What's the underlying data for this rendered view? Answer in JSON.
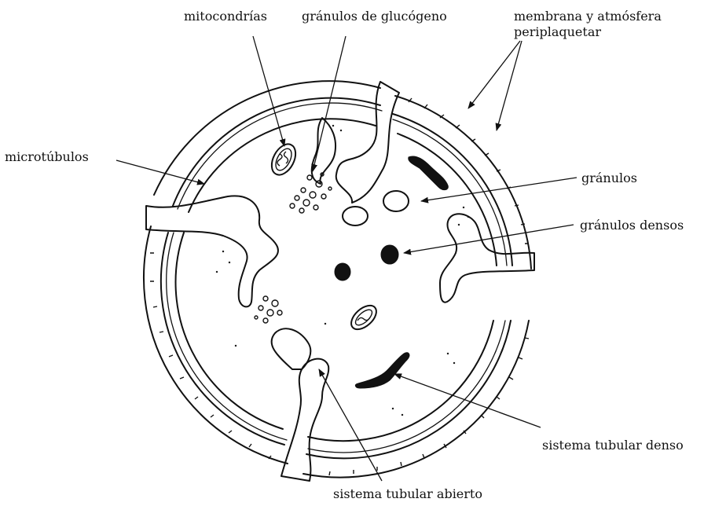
{
  "labels": {
    "mitocondrias": "mitocondrías",
    "glucogeno": "gránulos de glucógeno",
    "membrana_line1": "membrana y atmósfera",
    "membrana_line2": "periplaquetar",
    "microtubulos": "microtúbulos",
    "granulos": "gránulos",
    "densos": "gránulos densos",
    "tubular_denso": "sistema tubular denso",
    "tubular_abierto": "sistema tubular abierto"
  },
  "colors": {
    "ink": "#111111",
    "background": "#ffffff"
  }
}
